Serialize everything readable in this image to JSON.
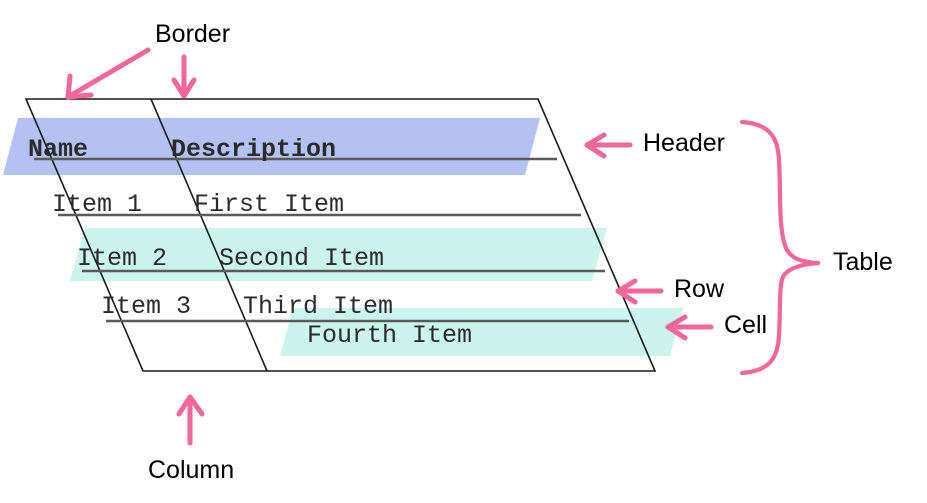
{
  "diagram": {
    "title": "HTML table anatomy diagram",
    "colors": {
      "annotation_pink": "#F2669A",
      "header_band": "#B3C2F2",
      "cell_band": "#CAF4EC",
      "outline": "#1a1a1a",
      "rule": "#5a5a5a",
      "text": "#2b2b2b",
      "label_text": "#000000",
      "background": "#ffffff"
    }
  },
  "table": {
    "columns": [
      "Name",
      "Description"
    ],
    "header": {
      "cells": [
        "Name",
        "Description"
      ]
    },
    "rows": [
      {
        "cells": [
          "Item 1",
          "First Item"
        ],
        "highlight": "none"
      },
      {
        "cells": [
          "Item 2",
          "Second Item"
        ],
        "highlight": "cell-band"
      },
      {
        "cells": [
          "Item 3",
          "Third Item"
        ],
        "highlight": "none"
      },
      {
        "cells": [
          "",
          "Fourth Item"
        ],
        "highlight": "cell-band"
      }
    ]
  },
  "annotations": [
    {
      "id": "border",
      "label": "Border",
      "arrow": "diagonal-down-left + straight-down",
      "points_to": "table top border"
    },
    {
      "id": "header",
      "label": "Header",
      "arrow": "left",
      "points_to": "header row"
    },
    {
      "id": "row",
      "label": "Row",
      "arrow": "left",
      "points_to": "table row"
    },
    {
      "id": "cell",
      "label": "Cell",
      "arrow": "left",
      "points_to": "single cell"
    },
    {
      "id": "table",
      "label": "Table",
      "arrow": "curly-brace",
      "points_to": "whole table"
    },
    {
      "id": "column",
      "label": "Column",
      "arrow": "up",
      "points_to": "table column"
    }
  ]
}
